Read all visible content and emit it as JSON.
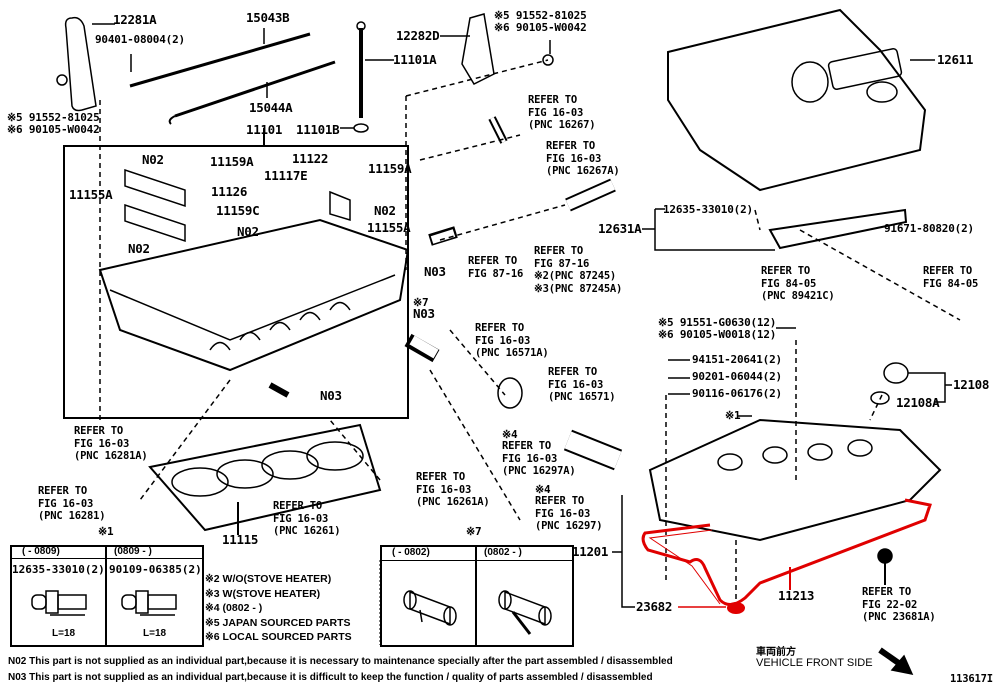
{
  "diagram": {
    "title": "Cylinder Head / Cylinder Head Cover parts diagram",
    "figure_id": "113617I",
    "accent_color": "#e00000",
    "labels": {
      "p12281A": "12281A",
      "p90401": "90401-08004(2)",
      "p15043B": "15043B",
      "p15044A": "15044A",
      "p11101A": "11101A",
      "p11101B": "11101B",
      "p11101": "11101",
      "p12282D": "12282D",
      "p12611": "12611",
      "p12631A": "12631A",
      "p12635": "12635-33010(2)",
      "p91671": "91671-80820(2)",
      "p11159A_1": "11159A",
      "p11159A_2": "11159A",
      "p11122": "11122",
      "p11117E": "11117E",
      "p11126": "11126",
      "p11159C": "11159C",
      "p11155A_1": "11155A",
      "p11155A_2": "11155A",
      "n02_1": "N02",
      "n02_2": "N02",
      "n02_3": "N02",
      "n02_4": "N02",
      "n03_1": "N03",
      "n03_2": "N03",
      "n03_3": "N03",
      "p11115": "11115",
      "p11201": "11201",
      "p11213": "11213",
      "p23682": "23682",
      "p12108": "12108",
      "p12108A": "12108A",
      "p94151": "94151-20641(2)",
      "p90201": "90201-06044(2)",
      "p90116": "90116-06176(2)",
      "mark1": "※1",
      "mark1b": "※1",
      "mark4a": "※4",
      "mark4b": "※4",
      "mark7a": "※7",
      "mark7b": "※7"
    },
    "dual_labels": {
      "left_top": [
        "※5 91552-81025",
        "※6 90105-W0042"
      ],
      "right_top": [
        "※5 91552-81025",
        "※6 90105-W0042"
      ],
      "cover_bolts": [
        "※5 91551-G0630(12)",
        "※6 90105-W0018(12)"
      ]
    },
    "refers": {
      "r16267": "REFER TO\nFIG 16-03\n(PNC 16267)",
      "r16267A": "REFER TO\nFIG 16-03\n(PNC 16267A)",
      "r8716a": "REFER TO\nFIG 87-16",
      "r8716b": "REFER TO\nFIG 87-16\n※2(PNC 87245)\n※3(PNC 87245A)",
      "r89421C": "REFER TO\nFIG 84-05\n(PNC 89421C)",
      "r8405": "REFER TO\nFIG 84-05",
      "r16571A": "REFER TO\nFIG 16-03\n(PNC 16571A)",
      "r16571": "REFER TO\nFIG 16-03\n(PNC 16571)",
      "r16281A": "REFER TO\nFIG 16-03\n(PNC 16281A)",
      "r16281": "REFER TO\nFIG 16-03\n(PNC 16281)",
      "r16297A": "REFER TO\nFIG 16-03\n(PNC 16297A)",
      "r16261A": "REFER TO\nFIG 16-03\n(PNC 16261A)",
      "r16297": "REFER TO\nFIG 16-03\n(PNC 16297)",
      "r16261": "REFER TO\nFIG 16-03\n(PNC 16261)",
      "r23681A": "REFER TO\nFIG 22-02\n(PNC 23681A)"
    },
    "table1": {
      "headers": [
        "(      - 0809)",
        "(0809 -      )"
      ],
      "part_numbers": [
        "12635-33010(2)",
        "90109-06385(2)"
      ],
      "dims": [
        "L=18",
        "L=18"
      ]
    },
    "table7": {
      "headers": [
        "(      - 0802)",
        "(0802 -      )"
      ]
    },
    "legend": [
      "※2 W/O(STOVE HEATER)",
      "※3 W(STOVE HEATER)",
      "※4 (0802 -        )",
      "※5 JAPAN SOURCED PARTS",
      "※6 LOCAL SOURCED PARTS"
    ],
    "footnotes": [
      "N02 This part is not supplied as an individual part,because it is necessary to maintenance specially after the part assembled / disassembled",
      "N03 This part is not supplied as an individual part,because it is difficult to keep the function / quality of parts assembled / disassembled"
    ],
    "direction": {
      "jp": "車両前方",
      "en": "VEHICLE FRONT SIDE"
    }
  }
}
